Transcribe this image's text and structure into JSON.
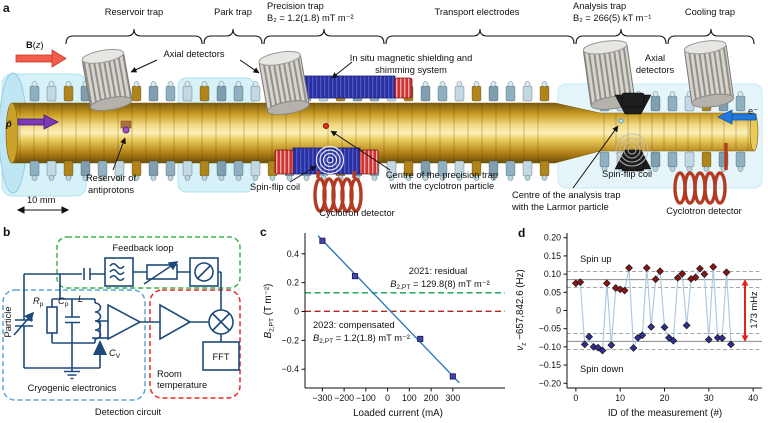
{
  "panels": {
    "a": "a",
    "b": "b",
    "c": "c",
    "d": "d"
  },
  "apparatus": {
    "sections": [
      {
        "label": "Reservoir trap",
        "sub": ""
      },
      {
        "label": "Park trap",
        "sub": ""
      },
      {
        "label": "Precision trap",
        "sub": "B₂ = 1.2(1.8) mT m⁻²"
      },
      {
        "label": "Transport electrodes",
        "sub": ""
      },
      {
        "label": "Analysis trap",
        "sub": "B₂ = 266(5) kT m⁻¹"
      },
      {
        "label": "Cooling trap",
        "sub": ""
      }
    ],
    "bfield": {
      "b": "B",
      "open": "(",
      "z": "z",
      "close": ")"
    },
    "pbar": "p̄",
    "electron": "e⁻",
    "axial_detectors": "Axial detectors",
    "axial_right_1": "Axial",
    "axial_right_2": "detectors",
    "shielding_1": "In situ magnetic shielding and",
    "shielding_2": "shimming system",
    "reservoir_1": "Reservoir of",
    "reservoir_2": "antiprotons",
    "scale": "10 mm",
    "spin_flip_left": "Spin-flip coil",
    "spin_flip_right": "Spin-flip coil",
    "centre_pt_1": "Centre of the precision trap",
    "centre_pt_2": "with the cyclotron particle",
    "centre_at_1": "Centre of the analysis trap",
    "centre_at_2": "with the Larmor particle",
    "cyclotron_left": "Cyclotron detector",
    "cyclotron_right": "Cyclotron detector"
  },
  "circuit": {
    "feedback": "Feedback loop",
    "cryo": "Cryogenic electronics",
    "room_1": "Room",
    "room_2": "temperature",
    "fft": "FFT",
    "detection": "Detection circuit",
    "particle": "Particle",
    "rp_main": "R",
    "rp_sub": "p",
    "cp_main": "C",
    "cp_sub": "p",
    "l_label": "L",
    "cv_main": "C",
    "cv_sub": "V"
  },
  "panel_c_text": {
    "ylabel_main": "B",
    "ylabel_sub": "2,PT",
    "ylabel_rest": " (T m⁻²)",
    "xlabel": "Loaded current (mA)",
    "ann2021_1": "2021: residual",
    "ann2021_main": "B",
    "ann2021_sub": "2,PT",
    "ann2021_rest": " = 129.8(8) mT m⁻²",
    "ann2023_1": "2023: compensated",
    "ann2023_main": "B",
    "ann2023_sub": "2,PT",
    "ann2023_rest": " = 1.2(1.8) mT m⁻²"
  },
  "panel_d_text": {
    "ylabel_main": "ν",
    "ylabel_sub": "z",
    "ylabel_rest": " −657,842.6 (Hz)",
    "xlabel": "ID of the measurement (#)",
    "spin_up": "Spin up",
    "spin_down": "Spin down",
    "splitting": "173 mHz"
  },
  "chart_data": [
    {
      "id": "panel_c",
      "type": "scatter",
      "xlabel": "Loaded current (mA)",
      "ylabel": "B2,PT (T m⁻²)",
      "xlim": [
        -380,
        540
      ],
      "ylim": [
        -0.53,
        0.53
      ],
      "xticks": [
        {
          "v": -300,
          "label": "−300"
        },
        {
          "v": -200,
          "label": "−200"
        },
        {
          "v": -100,
          "label": "−100"
        },
        {
          "v": 0,
          "label": "0"
        },
        {
          "v": 100,
          "label": "100"
        },
        {
          "v": 200,
          "label": "200"
        },
        {
          "v": 300,
          "label": "300"
        }
      ],
      "yticks": [
        {
          "v": 0.4,
          "label": "0.4"
        },
        {
          "v": 0.2,
          "label": "0.2"
        },
        {
          "v": 0,
          "label": "0"
        },
        {
          "v": -0.2,
          "label": "−0.2"
        },
        {
          "v": -0.4,
          "label": "−0.4"
        }
      ],
      "points": [
        {
          "x": -300,
          "y": 0.49
        },
        {
          "x": -150,
          "y": 0.245
        },
        {
          "x": 150,
          "y": -0.19
        },
        {
          "x": 300,
          "y": -0.45
        }
      ],
      "fit_line": {
        "x1": -320,
        "y1": 0.525,
        "x2": 330,
        "y2": -0.494
      },
      "ref_lines": [
        {
          "y": 0.1298,
          "color": "#0fa04b",
          "label": "2021: residual B2,PT = 129.8(8) mT m⁻²"
        },
        {
          "y": 0.0012,
          "color": "#b2231f",
          "label": "2023: compensated B2,PT = 1.2(1.8) mT m⁻²"
        }
      ],
      "line_color": "#2b7bbf",
      "marker": {
        "fill": "#4646aa",
        "stroke": "#1c1c5e"
      }
    },
    {
      "id": "panel_d",
      "type": "scatter-line",
      "xlabel": "ID of the measurement (#)",
      "ylabel": "νz −657,842.6 (Hz)",
      "xlim": [
        -2,
        42
      ],
      "ylim": [
        -0.213,
        0.213
      ],
      "xticks": [
        {
          "v": 0,
          "label": "0"
        },
        {
          "v": 10,
          "label": "10"
        },
        {
          "v": 20,
          "label": "20"
        },
        {
          "v": 30,
          "label": "30"
        },
        {
          "v": 40,
          "label": "40"
        }
      ],
      "yticks": [
        {
          "v": 0.2,
          "label": "0.20"
        },
        {
          "v": 0.15,
          "label": "0.15"
        },
        {
          "v": 0.1,
          "label": "0.10"
        },
        {
          "v": 0.05,
          "label": "0.05"
        },
        {
          "v": 0,
          "label": "0"
        },
        {
          "v": -0.05,
          "label": "−0.05"
        },
        {
          "v": -0.1,
          "label": "−0.10"
        },
        {
          "v": -0.15,
          "label": "−0.15"
        },
        {
          "v": -0.2,
          "label": "−0.20"
        }
      ],
      "ref_solid": [
        0.085,
        -0.085
      ],
      "ref_dashed": [
        0.107,
        0.063,
        -0.063,
        -0.107
      ],
      "splitting_hz": 0.173,
      "points": [
        {
          "id": 0,
          "hz": 0.075,
          "spin": "up"
        },
        {
          "id": 1,
          "hz": 0.078,
          "spin": "up"
        },
        {
          "id": 2,
          "hz": -0.093,
          "spin": "down"
        },
        {
          "id": 3,
          "hz": -0.072,
          "spin": "down"
        },
        {
          "id": 4,
          "hz": -0.1,
          "spin": "down"
        },
        {
          "id": 5,
          "hz": -0.102,
          "spin": "down"
        },
        {
          "id": 6,
          "hz": -0.11,
          "spin": "down"
        },
        {
          "id": 7,
          "hz": 0.075,
          "spin": "up"
        },
        {
          "id": 8,
          "hz": -0.095,
          "spin": "down"
        },
        {
          "id": 9,
          "hz": 0.062,
          "spin": "up"
        },
        {
          "id": 10,
          "hz": 0.058,
          "spin": "up"
        },
        {
          "id": 11,
          "hz": 0.055,
          "spin": "up"
        },
        {
          "id": 12,
          "hz": 0.117,
          "spin": "up"
        },
        {
          "id": 13,
          "hz": -0.103,
          "spin": "down"
        },
        {
          "id": 14,
          "hz": -0.075,
          "spin": "down"
        },
        {
          "id": 15,
          "hz": -0.068,
          "spin": "down"
        },
        {
          "id": 16,
          "hz": 0.117,
          "spin": "up"
        },
        {
          "id": 17,
          "hz": -0.045,
          "spin": "down"
        },
        {
          "id": 18,
          "hz": 0.086,
          "spin": "up"
        },
        {
          "id": 19,
          "hz": 0.108,
          "spin": "up"
        },
        {
          "id": 20,
          "hz": -0.046,
          "spin": "down"
        },
        {
          "id": 21,
          "hz": -0.075,
          "spin": "down"
        },
        {
          "id": 22,
          "hz": -0.083,
          "spin": "down"
        },
        {
          "id": 23,
          "hz": 0.09,
          "spin": "up"
        },
        {
          "id": 24,
          "hz": 0.101,
          "spin": "up"
        },
        {
          "id": 25,
          "hz": -0.041,
          "spin": "down"
        },
        {
          "id": 26,
          "hz": 0.087,
          "spin": "up"
        },
        {
          "id": 27,
          "hz": 0.091,
          "spin": "up"
        },
        {
          "id": 28,
          "hz": 0.115,
          "spin": "up"
        },
        {
          "id": 29,
          "hz": 0.1,
          "spin": "up"
        },
        {
          "id": 30,
          "hz": -0.08,
          "spin": "down"
        },
        {
          "id": 31,
          "hz": 0.12,
          "spin": "up"
        },
        {
          "id": 32,
          "hz": -0.075,
          "spin": "down"
        },
        {
          "id": 33,
          "hz": -0.076,
          "spin": "down"
        },
        {
          "id": 34,
          "hz": 0.105,
          "spin": "up"
        },
        {
          "id": 35,
          "hz": -0.093,
          "spin": "down"
        }
      ],
      "colors": {
        "up": "#8e1414",
        "down": "#2e2e96",
        "line": "#a9c6e0",
        "ref": "#8a8a8a",
        "arrow": "#e32219"
      }
    }
  ]
}
